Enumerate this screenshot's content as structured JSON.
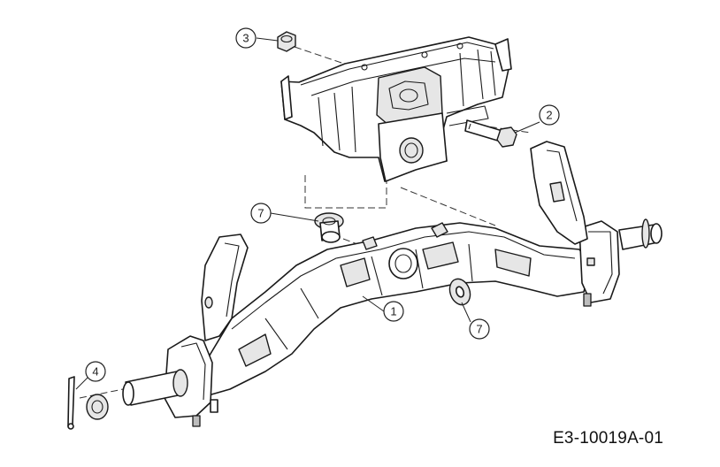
{
  "drawing_code": "E3-10019A-01",
  "callouts": [
    {
      "label": "1",
      "part": "front-axle"
    },
    {
      "label": "2",
      "part": "hex-bolt"
    },
    {
      "label": "3",
      "part": "hex-nut"
    },
    {
      "label": "4",
      "part": "cotter-pin"
    },
    {
      "label": "7",
      "part": "flange-bushing"
    },
    {
      "label": "7",
      "part": "washer"
    }
  ]
}
